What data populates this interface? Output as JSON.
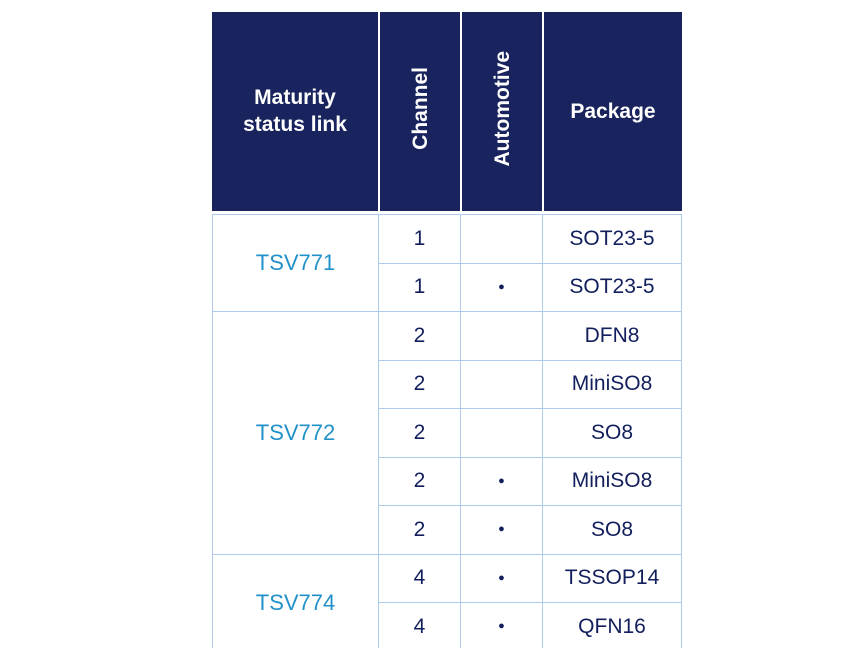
{
  "colors": {
    "header_bg": "#19235E",
    "header_text": "#FFFFFF",
    "body_text": "#131F5C",
    "link": "#2191C9",
    "border": "#AECBEE",
    "bullet": "#131F5C"
  },
  "table": {
    "headers": {
      "maturity": "Maturity status link",
      "channel": "Channel",
      "automotive": "Automotive",
      "package": "Package"
    },
    "groups": [
      {
        "product": "TSV771",
        "rows": [
          {
            "channel": "1",
            "automotive_dot": "",
            "package": "SOT23-5"
          },
          {
            "channel": "1",
            "automotive_dot": "●",
            "package": "SOT23-5"
          }
        ]
      },
      {
        "product": "TSV772",
        "rows": [
          {
            "channel": "2",
            "automotive_dot": "",
            "package": "DFN8"
          },
          {
            "channel": "2",
            "automotive_dot": "",
            "package": "MiniSO8"
          },
          {
            "channel": "2",
            "automotive_dot": "",
            "package": "SO8"
          },
          {
            "channel": "2",
            "automotive_dot": "●",
            "package": "MiniSO8"
          },
          {
            "channel": "2",
            "automotive_dot": "●",
            "package": "SO8"
          }
        ]
      },
      {
        "product": "TSV774",
        "rows": [
          {
            "channel": "4",
            "automotive_dot": "●",
            "package": "TSSOP14"
          },
          {
            "channel": "4",
            "automotive_dot": "●",
            "package": "QFN16"
          }
        ]
      }
    ]
  }
}
